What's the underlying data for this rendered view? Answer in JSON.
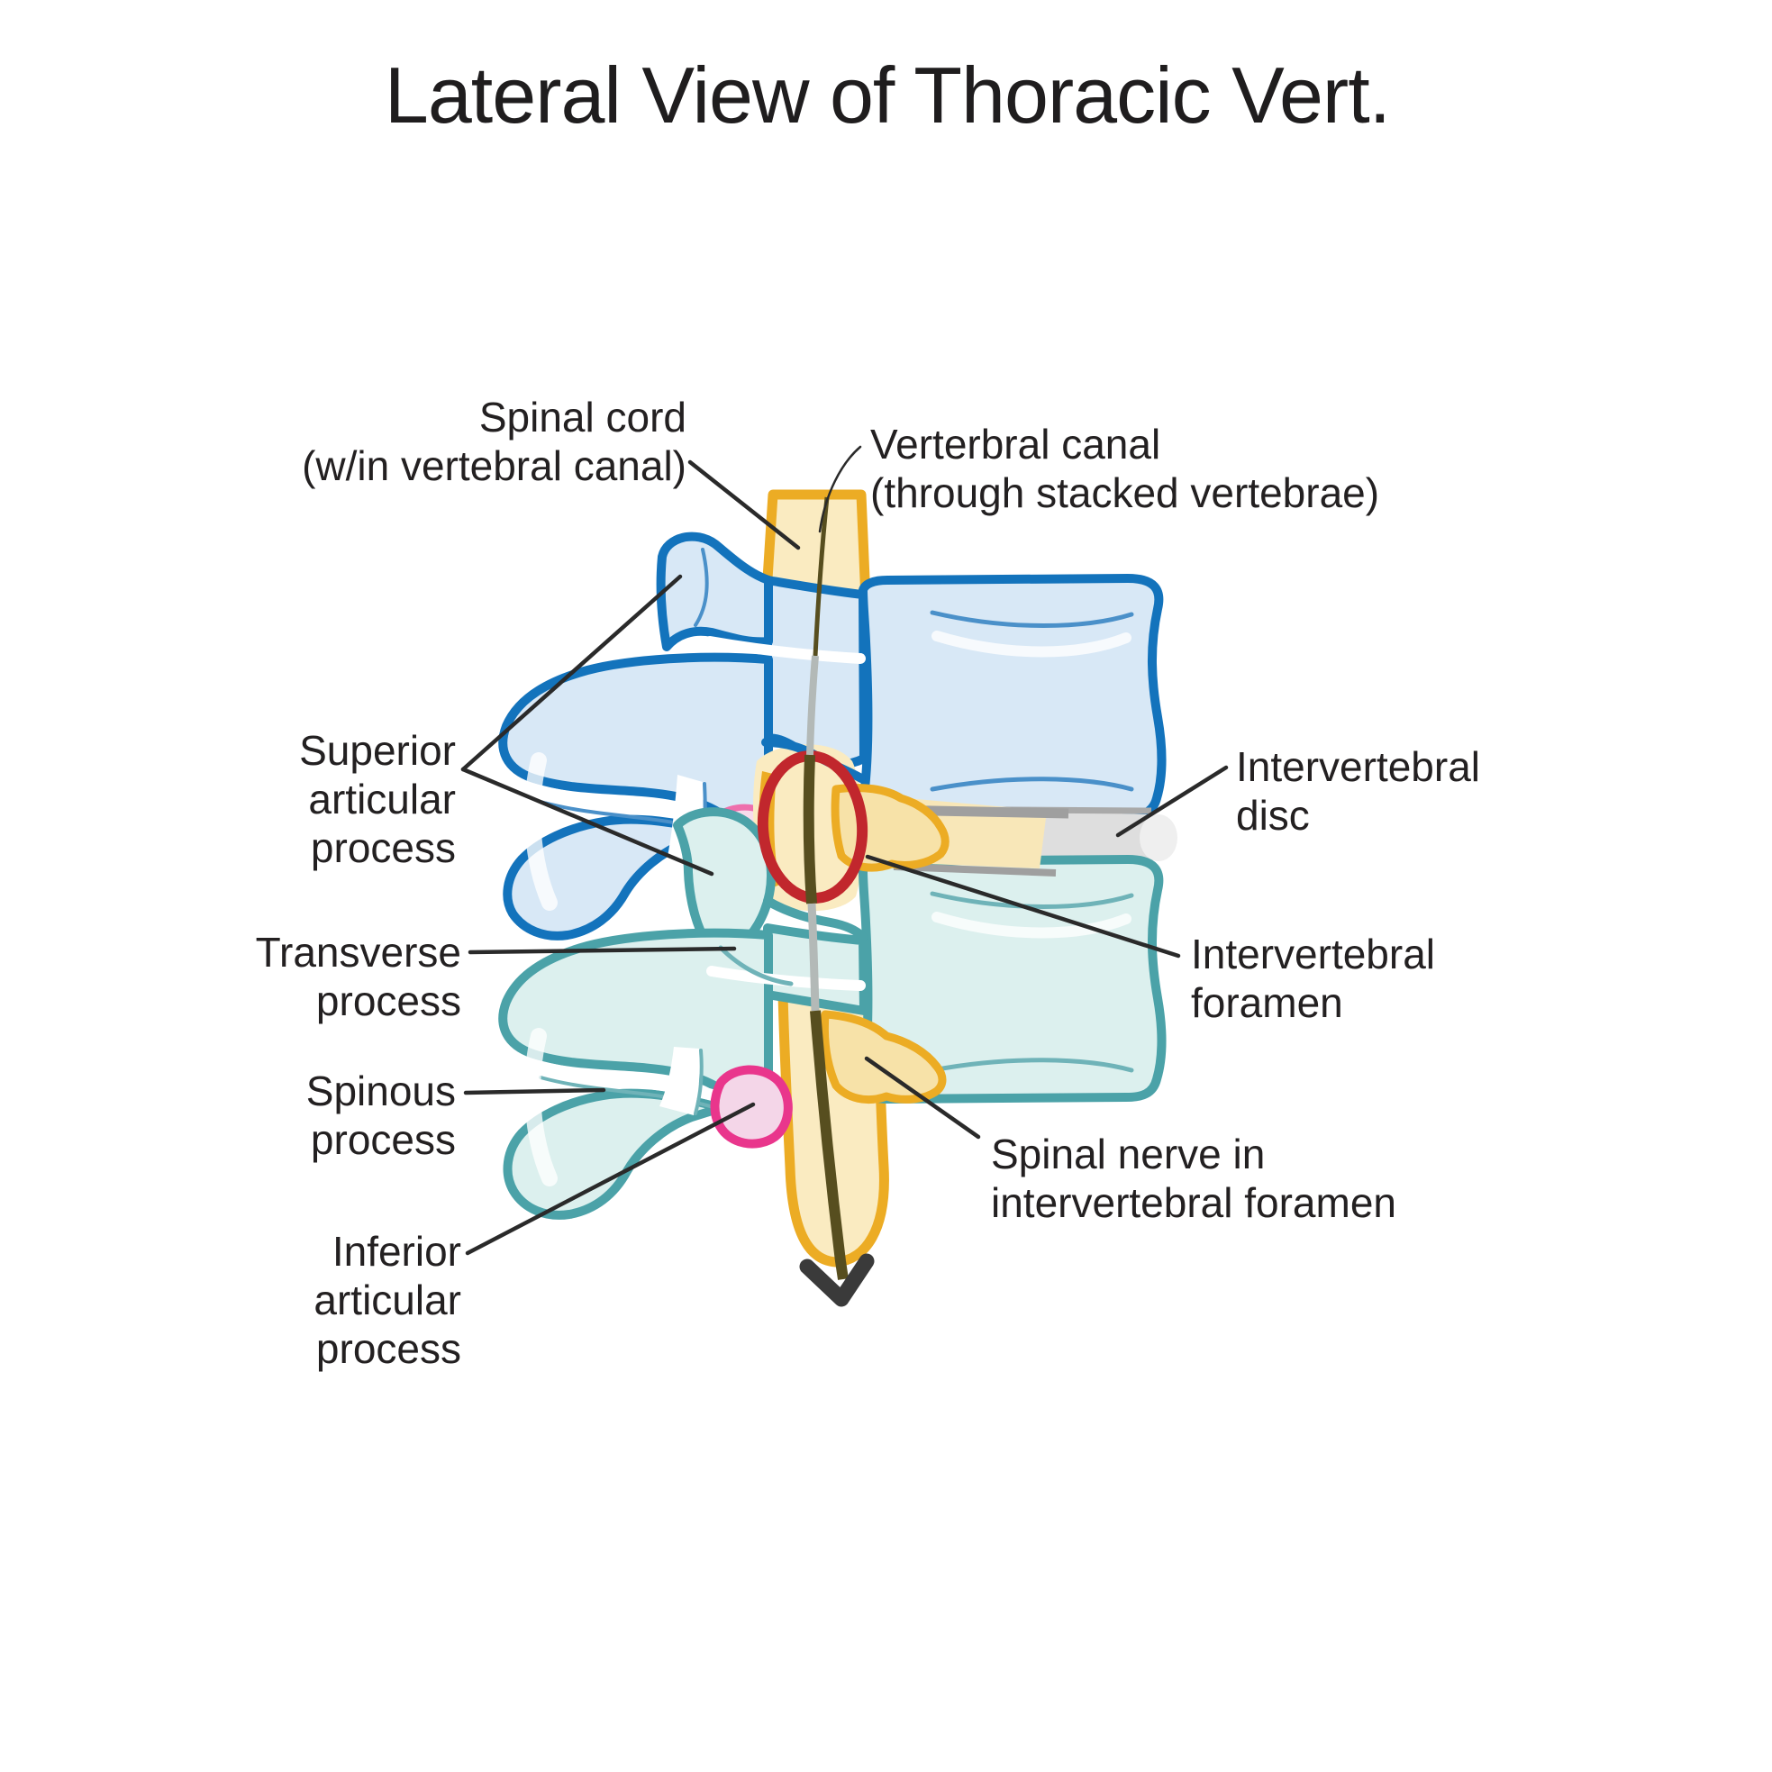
{
  "title": "Lateral View of Thoracic Vert.",
  "labels": {
    "spinal_cord": {
      "lines": [
        "Spinal cord",
        "(w/in vertebral canal)"
      ]
    },
    "vertebral_canal": {
      "lines": [
        "Verterbral canal",
        "(through stacked vertebrae)"
      ]
    },
    "superior_articular_process": {
      "lines": [
        "Superior",
        "articular",
        "process"
      ]
    },
    "transverse_process": {
      "lines": [
        "Transverse",
        "process"
      ]
    },
    "spinous_process": {
      "lines": [
        "Spinous",
        "process"
      ]
    },
    "inferior_articular_process": {
      "lines": [
        "Inferior",
        "articular",
        "process"
      ]
    },
    "intervertebral_disc": {
      "lines": [
        "Intervertebral",
        "disc"
      ]
    },
    "intervertebral_foramen": {
      "lines": [
        "Intervertebral",
        "foramen"
      ]
    },
    "spinal_nerve": {
      "lines": [
        "Spinal nerve in",
        "intervertebral foramen"
      ]
    }
  },
  "colors": {
    "background": "#ffffff",
    "title_text": "#1f1d1e",
    "label_text": "#232021",
    "leader": "#2a2a2a",
    "blue_outline": "#1373BC",
    "blue_fill": "#D8E8F6",
    "blue_accent": "#4A90C9",
    "teal_outline": "#4BA2A8",
    "teal_fill": "#DCF0EE",
    "teal_accent": "#6FB3B8",
    "canal_outline": "#ECAC24",
    "canal_fill": "#FAEBC1",
    "nerve_fill": "#F7E2A8",
    "nerve_pale": "#F8E7B8",
    "disc_fill": "#DEDEDE",
    "disc_cap": "#EFEFEF",
    "disc_edge": "#A9A9A9",
    "pink_outline": "#EE6FAD",
    "pink_fill": "#F8DCEC",
    "pink_strong_outline": "#E9368C",
    "pink_strong_fill": "#F4D6E8",
    "foramen_ring": "#C1272D",
    "cord_dark": "#574E1F",
    "cord_gray": "#B3B9B7",
    "arrow": "#3A3A3A"
  }
}
